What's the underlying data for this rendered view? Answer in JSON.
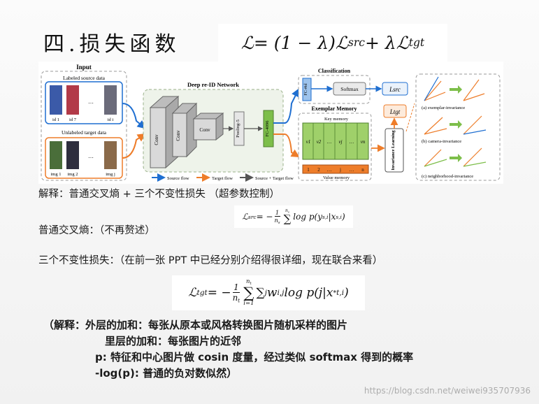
{
  "title": "四.损失函数",
  "formulas": {
    "main": {
      "L": "ℒ",
      "eq": " = (1 − λ)",
      "src": "src",
      "plus": " + λ",
      "tgt": "tgt"
    },
    "src": {
      "L": "ℒ",
      "sub": "src",
      "eq": " = −",
      "num": "1",
      "den": "n",
      "den_sub": "s",
      "top": "n",
      "top_sub": "s",
      "sig": "∑",
      "body": " log p(y",
      "body_sub": "s,i",
      "mid": "|x",
      "mid_sub": "s,i",
      "end": ")"
    },
    "tgt": {
      "L": "ℒ",
      "sub": "tgt",
      "eq": " = −",
      "num": "1",
      "den": "n",
      "den_sub": "t",
      "top": "n",
      "top_sub": "t",
      "sig": "∑",
      "bottom": "i=1",
      "sig2": "∑",
      "sig2_sub": "j",
      "w": " w",
      "w_sub": "i,j",
      "log": " log p(j|x",
      "x_sup": "*",
      "x_sub": "t,i",
      "end": ")"
    }
  },
  "diagram": {
    "input_title": "Input",
    "labeled_source": "Labeled source data",
    "unlabeled_target": "Unlabeled target data",
    "ids": [
      "id 1",
      "id 7",
      "…",
      "id i"
    ],
    "imgs": [
      "img 1",
      "img 2",
      "…",
      "img j"
    ],
    "network_title": "Deep re-ID Network",
    "conv": "Conv",
    "pooling": "Pooling-5",
    "fc": "FC-4096",
    "classification_title": "Classification",
    "fc_mdl": "FC-#id",
    "softmax": "Softmax",
    "l_src": "Lsrc",
    "exemplar_title": "Exemplar Memory",
    "key_memory": "Key memory",
    "value_memory": "Value memory",
    "keys": [
      "v1",
      "v2",
      "…",
      "vj",
      "…",
      "vn"
    ],
    "values": [
      "1",
      "2",
      "…",
      "j",
      "…",
      "n"
    ],
    "l_tgt": "Ltgt",
    "invariance": "Invariance Learning",
    "inv_a": "(a) exemplar-invariance",
    "inv_b": "(b) camera-invariance",
    "inv_c": "(c) neighborhood-invariance",
    "legend": [
      "Source flow",
      "Target flow",
      "Source + Target flow"
    ],
    "colors": {
      "source": "#1f6fd1",
      "target": "#ee7d2a",
      "fc": "#7dbe4a",
      "memory": "#9fd06a"
    }
  },
  "text": {
    "line1": "解释：普通交叉熵 + 三个不变性损失 （超参数控制）",
    "line2": "普通交叉熵：（不再赘述）",
    "line3": "三个不变性损失：（在前一张 PPT 中已经分别介绍得很详细，现在联合来看）",
    "line4": "（解释：外层的加和：每张从原本或风格转换图片随机采样的图片",
    "line5": "里层的加和：每张图片的近邻",
    "line6": "p:  特征和中心图片做 cosin 度量，经过类似 softmax 得到的概率",
    "line7": "-log(p):  普通的负对数似然）"
  },
  "watermark": "https://blog.csdn.net/weiwei935707936"
}
